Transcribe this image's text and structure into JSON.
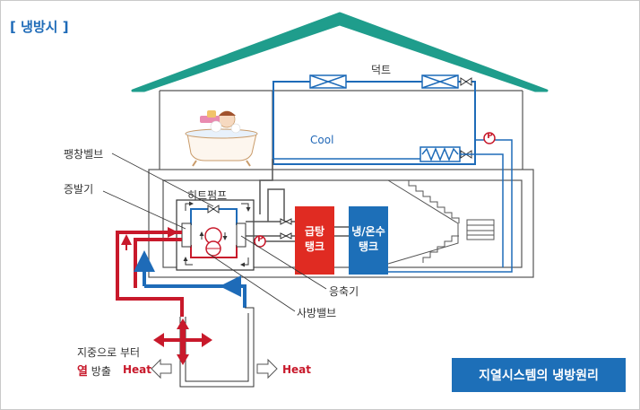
{
  "header": "[ 냉방시 ]",
  "labels": {
    "duct": "덕트",
    "cool": "Cool",
    "expansion_valve": "팽창벨브",
    "evaporator": "증발기",
    "heat_pump": "히트펌프",
    "condenser": "응축기",
    "four_way_valve": "사방밸브",
    "ground_heat_line1": "지중으로 부터",
    "ground_heat_red": "열",
    "ground_heat_rest": " 방출",
    "heat_left": "Heat",
    "heat_right": "Heat",
    "pump_symbol": "P"
  },
  "tanks": {
    "hot_water_line1": "급탕",
    "hot_water_line2": "탱크",
    "cold_hot_line1": "냉/온수",
    "cold_hot_line2": "탱크"
  },
  "caption": "지열시스템의 냉방원리",
  "colors": {
    "roof": "#1f9d8c",
    "header": "#1e6bb8",
    "blue_pipe": "#1e6bb8",
    "red_pipe": "#c8192b",
    "hot_tank": "#e02b22",
    "cold_tank": "#1d6fb8",
    "caption_bg": "#1d6fb8"
  }
}
